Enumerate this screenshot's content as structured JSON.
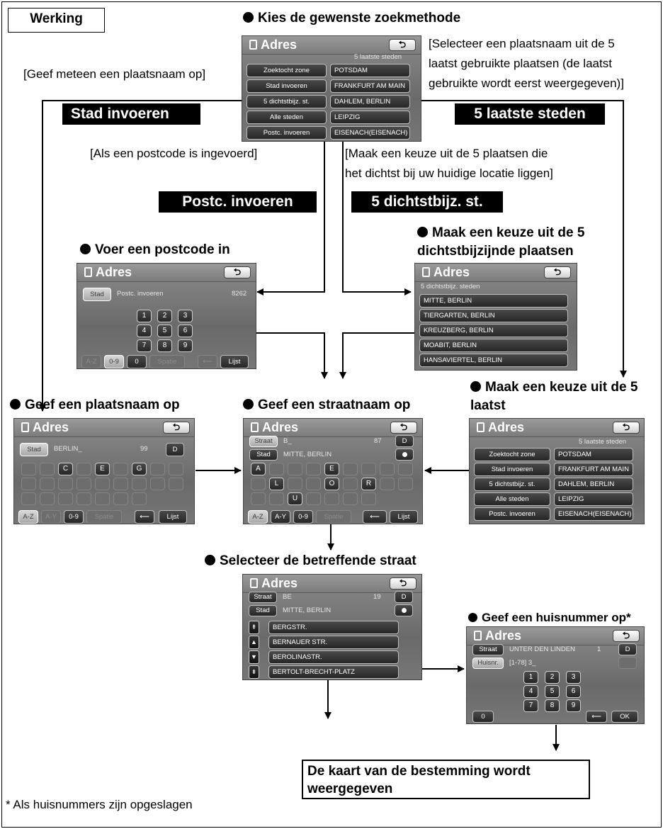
{
  "werking": "Werking",
  "headings": {
    "kies": "Kies de gewenste zoekmethode",
    "postcode": "Voer een postcode in",
    "dichtst": "Maak een keuze uit de 5 dichtstbijzijnde plaatsen",
    "plaatsnaam": "Geef een plaatsnaam op",
    "straatnaam": "Geef een straatnaam op",
    "laatst": "Maak een keuze uit de 5 laatst",
    "straat": "Selecteer de betreffende straat",
    "huisnummer": "Geef een huisnummer op*"
  },
  "notes": {
    "stad_direct": "[Geef meteen een plaatsnaam op]",
    "selecteer_l1": "[Selecteer een plaatsnaam uit de 5",
    "selecteer_l2": "laatst gebruikte plaatsen (de laatst",
    "selecteer_l3": "gebruikte wordt eerst weergegeven)]",
    "postcode_ingevoerd": "[Als een postcode is ingevoerd]",
    "maak_l1": "[Maak een keuze uit de 5 plaatsen die",
    "maak_l2": "het dichtst bij uw huidige locatie liggen]",
    "footnote": "* Als huisnummers zijn opgeslagen"
  },
  "labels": {
    "stad_invoeren": "Stad invoeren",
    "laatste_steden": "5 laatste steden",
    "postc_invoeren": "Postc. invoeren",
    "dichtstbijz": "5 dichtstbijz. st."
  },
  "result": "De kaart van de bestemming wordt weergegeven",
  "screen": {
    "title": "Adres",
    "back": "⮌",
    "menu": [
      "Zoektocht zone",
      "Stad invoeren",
      "5 dichtstbijz. st.",
      "Alle steden",
      "Postc. invoeren"
    ],
    "recent_header": "5 laatste steden",
    "recent": [
      "POTSDAM",
      "FRANKFURT AM MAIN",
      "DAHLEM, BERLIN",
      "LEIPZIG",
      "EISENACH(EISENACH)"
    ],
    "postcode": {
      "stad": "Stad",
      "label": "Postc. invoeren",
      "value": "8262",
      "keys": [
        "1",
        "2",
        "3",
        "4",
        "5",
        "6",
        "7",
        "8",
        "9"
      ],
      "az": "A-Z",
      "d09": "0-9",
      "zero": "0",
      "spatie": "Spatie",
      "del": "⟵",
      "lijst": "Lijst"
    },
    "nearby_header": "5 dichtstbijz. steden",
    "nearby": [
      "MITTE, BERLIN",
      "TIERGARTEN, BERLIN",
      "KREUZBERG, BERLIN",
      "MOABIT, BERLIN",
      "HANSAVIERTEL, BERLIN"
    ],
    "city": {
      "stad": "Stad",
      "value": "BERLIN_",
      "count": "99",
      "d": "D",
      "az": "A-Z",
      "ay": "A-Y",
      "d09": "0-9",
      "spatie": "Spatie",
      "del": "⟵",
      "lijst": "Lijst",
      "letters": [
        "C",
        "E",
        "G"
      ]
    },
    "street": {
      "straat": "Straat",
      "value": "B_",
      "count": "87",
      "d": "D",
      "stad": "Stad",
      "city": "MITTE, BERLIN",
      "az": "A-Z",
      "ay": "A-Y",
      "d09": "0-9",
      "spatie": "Spatie",
      "del": "⟵",
      "lijst": "Lijst",
      "letters": [
        "A",
        "E",
        "L",
        "O",
        "R",
        "U"
      ]
    },
    "select": {
      "straat": "Straat",
      "value": "BE",
      "count": "19",
      "d": "D",
      "stad": "Stad",
      "city": "MITTE, BERLIN",
      "items": [
        "BERGSTR.",
        "BERNAUER STR.",
        "BEROLINASTR.",
        "BERTOLT-BRECHT-PLATZ"
      ]
    },
    "house": {
      "straat": "Straat",
      "street": "UNTER DEN LINDEN",
      "count": "1",
      "d": "D",
      "huisnr": "Huisnr.",
      "value": "[1-78] 3_",
      "keys": [
        "1",
        "2",
        "3",
        "4",
        "5",
        "6",
        "7",
        "8",
        "9"
      ],
      "zero": "0",
      "del": "⟵",
      "ok": "OK"
    }
  }
}
